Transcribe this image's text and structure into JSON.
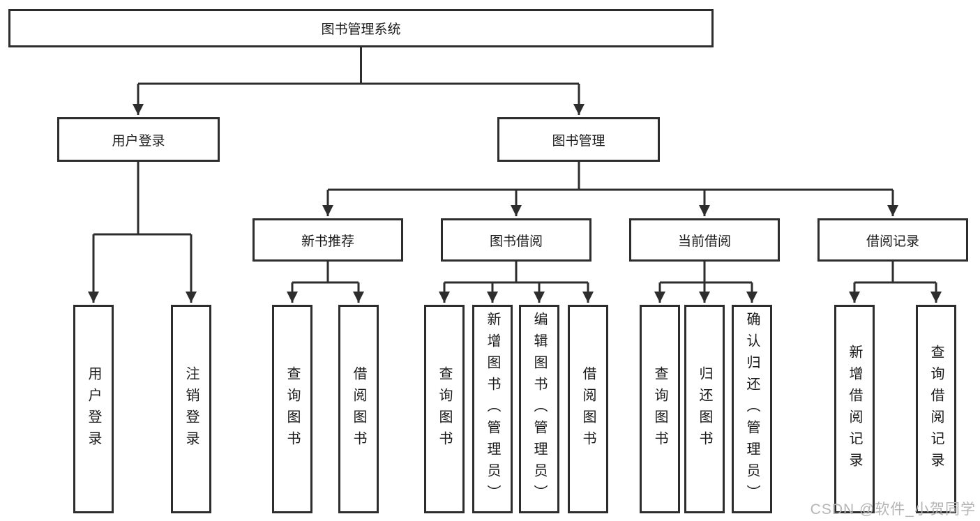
{
  "colors": {
    "line": "#2d2d2d",
    "text": "#1a1a1a",
    "watermark": "#b5b5b5"
  },
  "tree": {
    "root": {
      "label": "图书管理系统"
    },
    "branches": [
      {
        "label": "用户登录",
        "children": [
          {
            "label": "用户登录"
          },
          {
            "label": "注销登录"
          }
        ]
      },
      {
        "label": "图书管理",
        "groups": [
          {
            "label": "新书推荐",
            "children": [
              {
                "label": "查询图书"
              },
              {
                "label": "借阅图书"
              }
            ]
          },
          {
            "label": "图书借阅",
            "children": [
              {
                "label": "查询图书"
              },
              {
                "label": "新增图书（管理员）"
              },
              {
                "label": "编辑图书（管理员）"
              },
              {
                "label": "借阅图书"
              }
            ]
          },
          {
            "label": "当前借阅",
            "children": [
              {
                "label": "查询图书"
              },
              {
                "label": "归还图书"
              },
              {
                "label": "确认归还（管理员）"
              }
            ]
          },
          {
            "label": "借阅记录",
            "children": [
              {
                "label": "新增借阅记录"
              },
              {
                "label": "查询借阅记录"
              }
            ]
          }
        ]
      }
    ]
  },
  "watermark": "CSDN @软件_小贺同学"
}
